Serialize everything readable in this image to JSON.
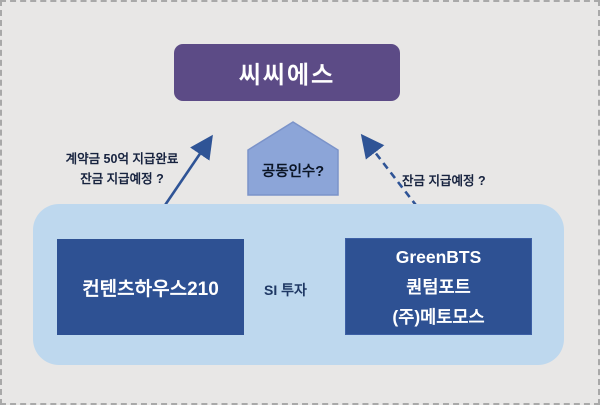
{
  "diagram": {
    "title_box": {
      "label": "씨씨에스"
    },
    "left_annotation": {
      "line1": "계약금 50억 지급완료",
      "line2": "잔금 지급예정 ?"
    },
    "right_annotation": {
      "label": "잔금 지급예정 ?"
    },
    "house_badge": {
      "label": "공동인수?"
    },
    "group_container": {
      "left_box": {
        "label": "컨텐츠하우스210"
      },
      "arrow_label": {
        "label": "SI 투자"
      },
      "right_box": {
        "line1": "GreenBTS",
        "line2": "퀀텀포트",
        "line3": "(주)메토모스"
      }
    },
    "colors": {
      "background": "#e8e7e6",
      "outer_dashed_border": "#a9a9a9",
      "title_purple": "#5c4b86",
      "entity_navy": "#2e5193",
      "container_light_blue": "#bed8ee",
      "house_blue": "#8ca5d8",
      "si_arrow_blue": "#97aedd",
      "arrow_navy": "#2f5496",
      "annotation_text": "#17233f",
      "white_text": "#ffffff"
    }
  }
}
